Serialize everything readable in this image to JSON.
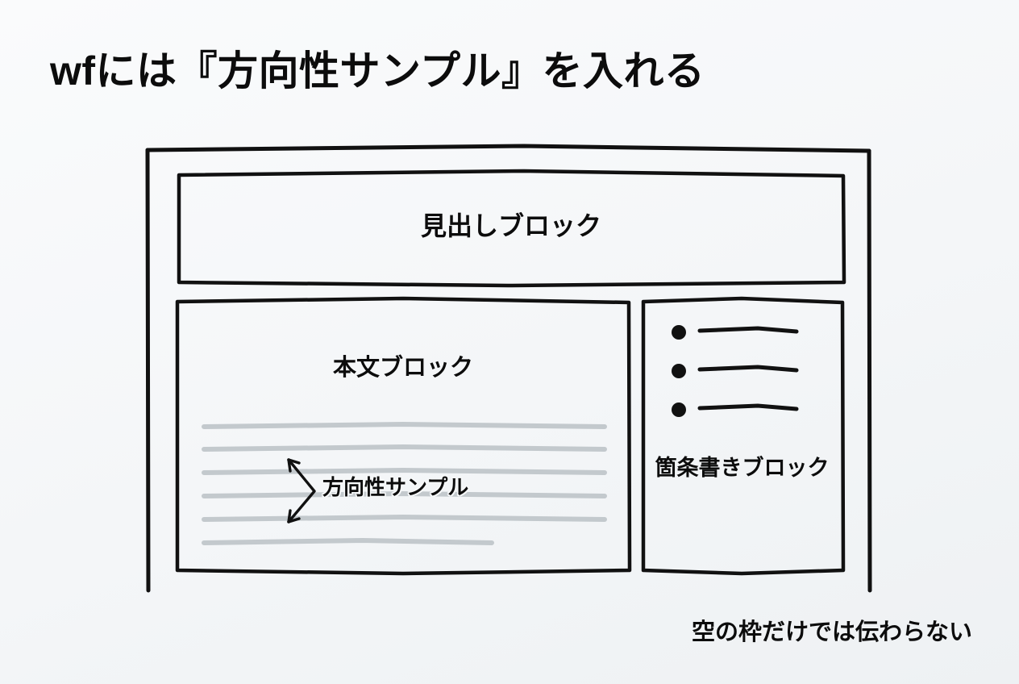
{
  "slide": {
    "title": "wfには『方向性サンプル』を入れる",
    "caption": "空の枠だけでは伝わらない",
    "background_color": "#f6f8f9",
    "ink_color": "#0c0c0c",
    "placeholder_line_color": "#c3c9cd"
  },
  "wireframe": {
    "name": "wireframe-mockup",
    "outer_frame": {
      "label": "wireframe-outer-frame",
      "open_bottom": true
    },
    "blocks": [
      {
        "id": "heading-block",
        "label": "見出しブロック",
        "content_type": "empty-frame"
      },
      {
        "id": "body-block",
        "label": "本文ブロック",
        "content_type": "placeholder-lines",
        "placeholder_line_count": 6,
        "annotation": {
          "id": "direction-sample",
          "label": "方向性サンプル",
          "icon": "double-headed-chevron-arrow"
        }
      },
      {
        "id": "bullet-block",
        "label": "箇条書きブロック",
        "content_type": "bullet-list",
        "bullet_count": 3
      }
    ]
  }
}
